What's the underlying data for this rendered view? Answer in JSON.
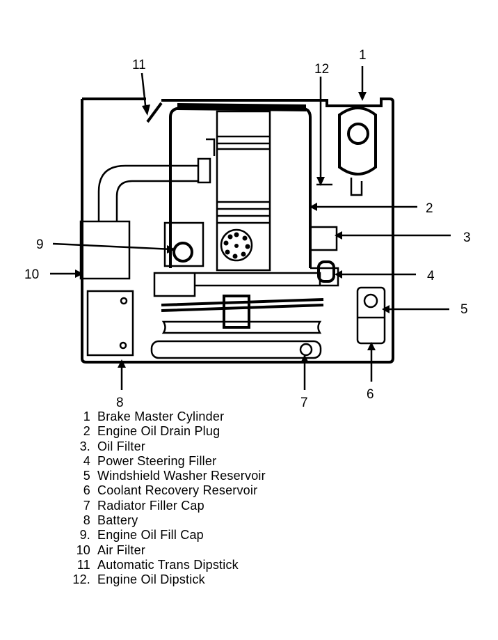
{
  "callouts": [
    {
      "id": "1",
      "label": "1"
    },
    {
      "id": "2",
      "label": "2"
    },
    {
      "id": "3",
      "label": "3"
    },
    {
      "id": "4",
      "label": "4"
    },
    {
      "id": "5",
      "label": "5"
    },
    {
      "id": "6",
      "label": "6"
    },
    {
      "id": "7",
      "label": "7"
    },
    {
      "id": "8",
      "label": "8"
    },
    {
      "id": "9",
      "label": "9"
    },
    {
      "id": "10",
      "label": "10"
    },
    {
      "id": "11",
      "label": "11"
    },
    {
      "id": "12",
      "label": "12"
    }
  ],
  "legend": [
    {
      "num": "1",
      "text": "Brake Master Cylinder"
    },
    {
      "num": "2",
      "text": "Engine Oil Drain Plug"
    },
    {
      "num": "3.",
      "text": "Oil Filter"
    },
    {
      "num": "4",
      "text": "Power Steering Filler"
    },
    {
      "num": "5",
      "text": "Windshield Washer Reservoir"
    },
    {
      "num": "6",
      "text": "Coolant Recovery Reservoir"
    },
    {
      "num": "7",
      "text": "Radiator Filler Cap"
    },
    {
      "num": "8",
      "text": "Battery"
    },
    {
      "num": "9.",
      "text": "Engine Oil Fill Cap"
    },
    {
      "num": "10",
      "text": "Air Filter"
    },
    {
      "num": "11",
      "text": "Automatic Trans Dipstick"
    },
    {
      "num": "12.",
      "text": "Engine Oil Dipstick"
    }
  ]
}
